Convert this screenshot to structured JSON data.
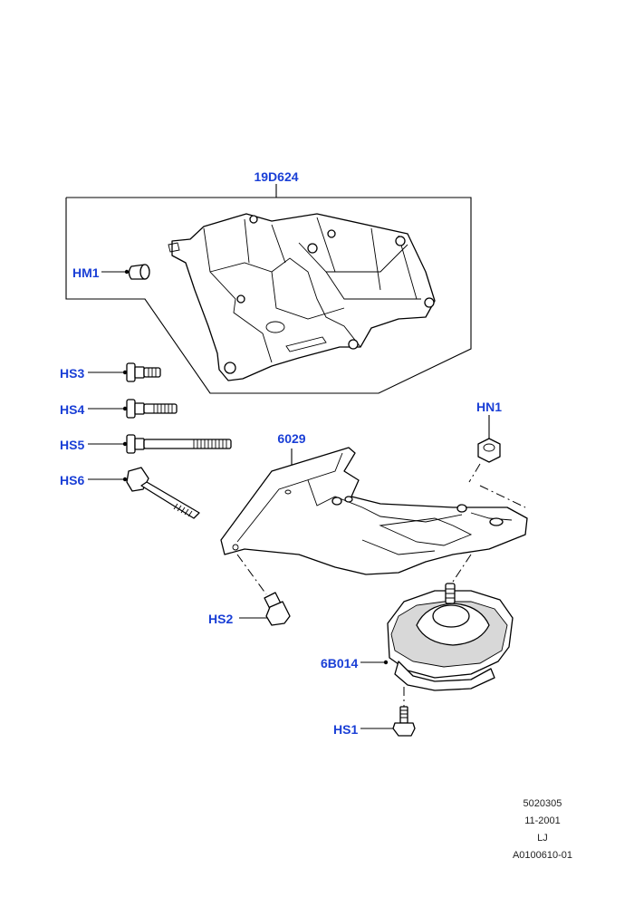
{
  "colors": {
    "callout": "#1a3fd6",
    "lines": "#000000",
    "background": "#ffffff"
  },
  "callouts": {
    "bracket": "19D624",
    "hm1": "HM1",
    "hs3": "HS3",
    "hs4": "HS4",
    "hs5": "HS5",
    "hs6": "HS6",
    "arm": "6029",
    "hn1": "HN1",
    "hs2": "HS2",
    "mount": "6B014",
    "hs1": "HS1"
  },
  "footer": {
    "line1": "5020305",
    "line2": "11-2001",
    "line3": "LJ",
    "line4": "A0100610-01"
  }
}
